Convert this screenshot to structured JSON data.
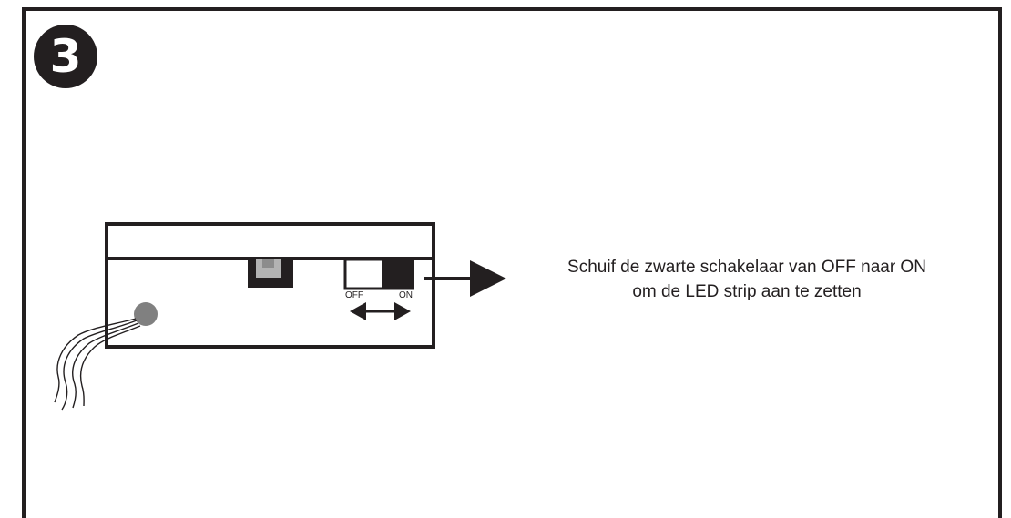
{
  "step": {
    "number": "3"
  },
  "switch_labels": {
    "off": "OFF",
    "on": "ON"
  },
  "instruction": {
    "line1": "Schuif de zwarte schakelaar van OFF naar ON",
    "line2": "om de LED strip aan te zetten"
  },
  "colors": {
    "ink": "#231f20",
    "background": "#ffffff",
    "button_gray": "#b3b3b3",
    "cable_knob": "#808080"
  }
}
